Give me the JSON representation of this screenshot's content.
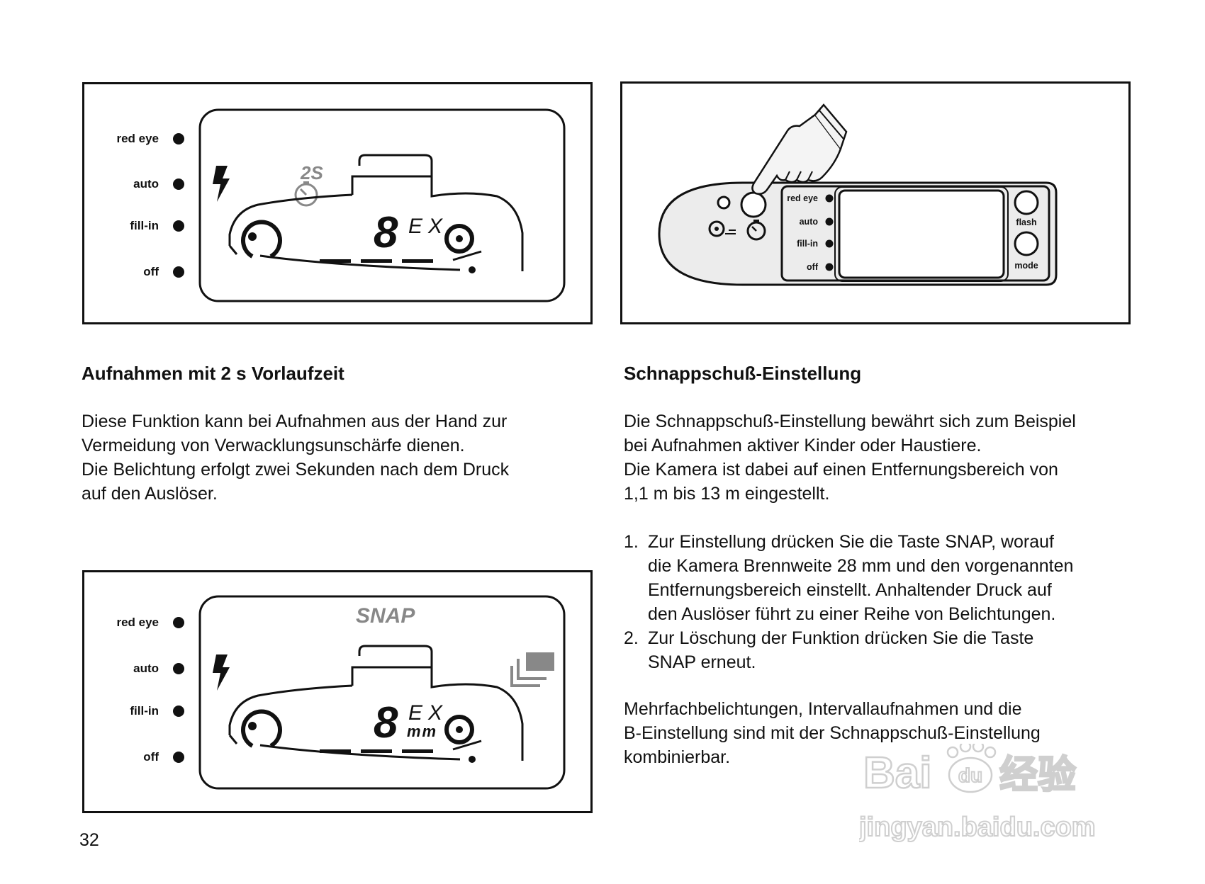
{
  "display_labels": {
    "red_eye": "red eye",
    "auto": "auto",
    "fill_in": "fill-in",
    "off": "off"
  },
  "lcd_2s": {
    "self_timer_text": "2S",
    "frame_digit": "8",
    "frame_unit": "EX"
  },
  "lcd_snap": {
    "snap_text": "SNAP",
    "frame_digit": "8",
    "frame_unit": "EX",
    "focal_unit": "mm"
  },
  "camera_panel": {
    "red_eye": "red eye",
    "auto": "auto",
    "fill_in": "fill-in",
    "off": "off",
    "flash_button": "flash",
    "mode_button": "mode"
  },
  "left_section": {
    "heading": "Aufnahmen mit 2 s Vorlaufzeit",
    "lines": [
      "Diese Funktion kann bei Aufnahmen aus der Hand zur",
      "Vermeidung von Verwacklungsunschärfe dienen.",
      "Die Belichtung erfolgt zwei Sekunden nach dem Druck",
      "auf den Auslöser."
    ]
  },
  "right_section": {
    "heading": "Schnappschuß-Einstellung",
    "intro_lines": [
      "Die Schnappschuß-Einstellung bewährt sich zum Beispiel",
      "bei Aufnahmen aktiver Kinder oder Haustiere.",
      "Die Kamera ist dabei auf einen Entfernungsbereich von",
      "1,1 m bis 13 m eingestellt."
    ],
    "steps": [
      {
        "num": "1.",
        "lines": [
          "Zur Einstellung drücken Sie die Taste SNAP, worauf",
          "die Kamera Brennweite 28 mm und den vorgenannten",
          "Entfernungsbereich einstellt. Anhaltender Druck auf",
          "den Auslöser führt zu einer Reihe von Belichtungen."
        ]
      },
      {
        "num": "2.",
        "lines": [
          "Zur Löschung der Funktion drücken Sie die Taste",
          "SNAP erneut."
        ]
      }
    ],
    "closing_lines": [
      "Mehrfachbelichtungen, Intervallaufnahmen und die",
      "B-Einstellung sind mit der Schnappschuß-Einstellung",
      "kombinierbar."
    ]
  },
  "page_number": "32",
  "watermark": {
    "brand": "Bai",
    "brand_du": "du",
    "brand_cn": "经验",
    "url": "jingyan.baidu.com"
  }
}
